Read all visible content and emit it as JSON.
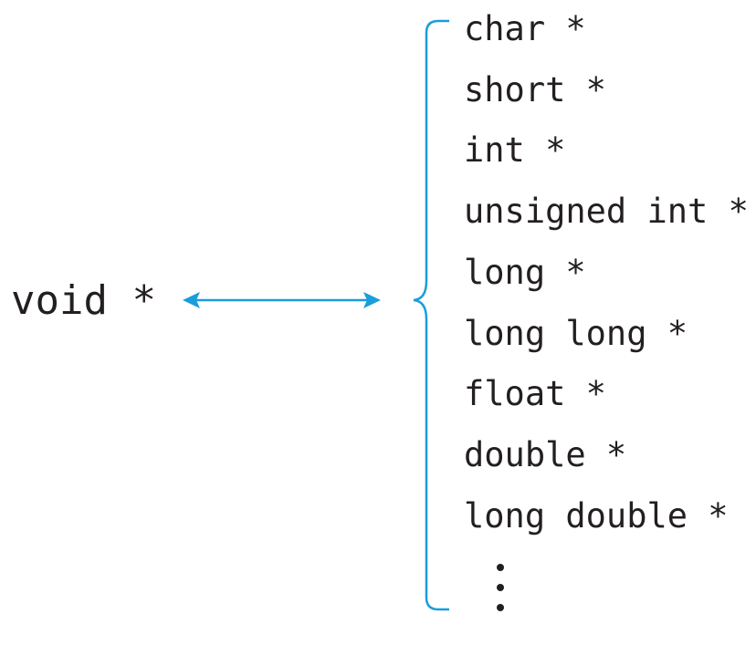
{
  "left_type": "void *",
  "right_types": [
    "char *",
    "short *",
    "int *",
    "unsigned int *",
    "long *",
    "long long *",
    "float *",
    "double *",
    "long double *"
  ],
  "colors": {
    "accent": "#1a9ddb",
    "text": "#231f20",
    "background": "#ffffff"
  },
  "icons": {
    "arrow": "double-headed-arrow-icon",
    "brace": "curly-brace-icon",
    "ellipsis": "vertical-ellipsis-icon"
  }
}
